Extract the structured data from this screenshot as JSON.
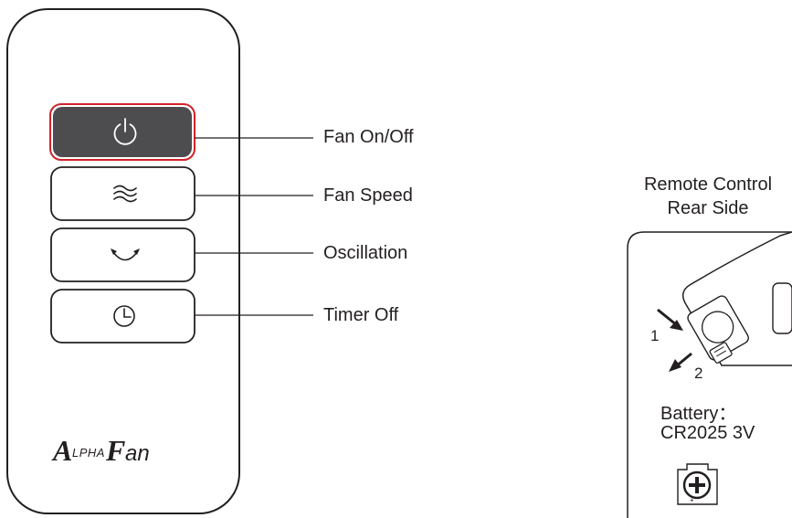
{
  "buttons": [
    {
      "id": "power",
      "label": "Fan On/Off",
      "icon": "power-icon",
      "active": true
    },
    {
      "id": "speed",
      "label": "Fan Speed",
      "icon": "wind-waves-icon",
      "active": false
    },
    {
      "id": "oscillation",
      "label": "Oscillation",
      "icon": "oscillation-arrows-icon",
      "active": false
    },
    {
      "id": "timer",
      "label": "Timer Off",
      "icon": "clock-icon",
      "active": false
    }
  ],
  "brand": {
    "logo_text": "ALPHA Fan"
  },
  "rear": {
    "title_line1": "Remote Control",
    "title_line2": "Rear Side",
    "step1": "1",
    "step2": "2",
    "battery_line1": "Battery：",
    "battery_line2": "CR2025 3V",
    "plus_symbol": "+"
  },
  "colors": {
    "active_button": "#4d4d4f",
    "active_outline": "#d2232a",
    "stroke": "#231f20"
  }
}
